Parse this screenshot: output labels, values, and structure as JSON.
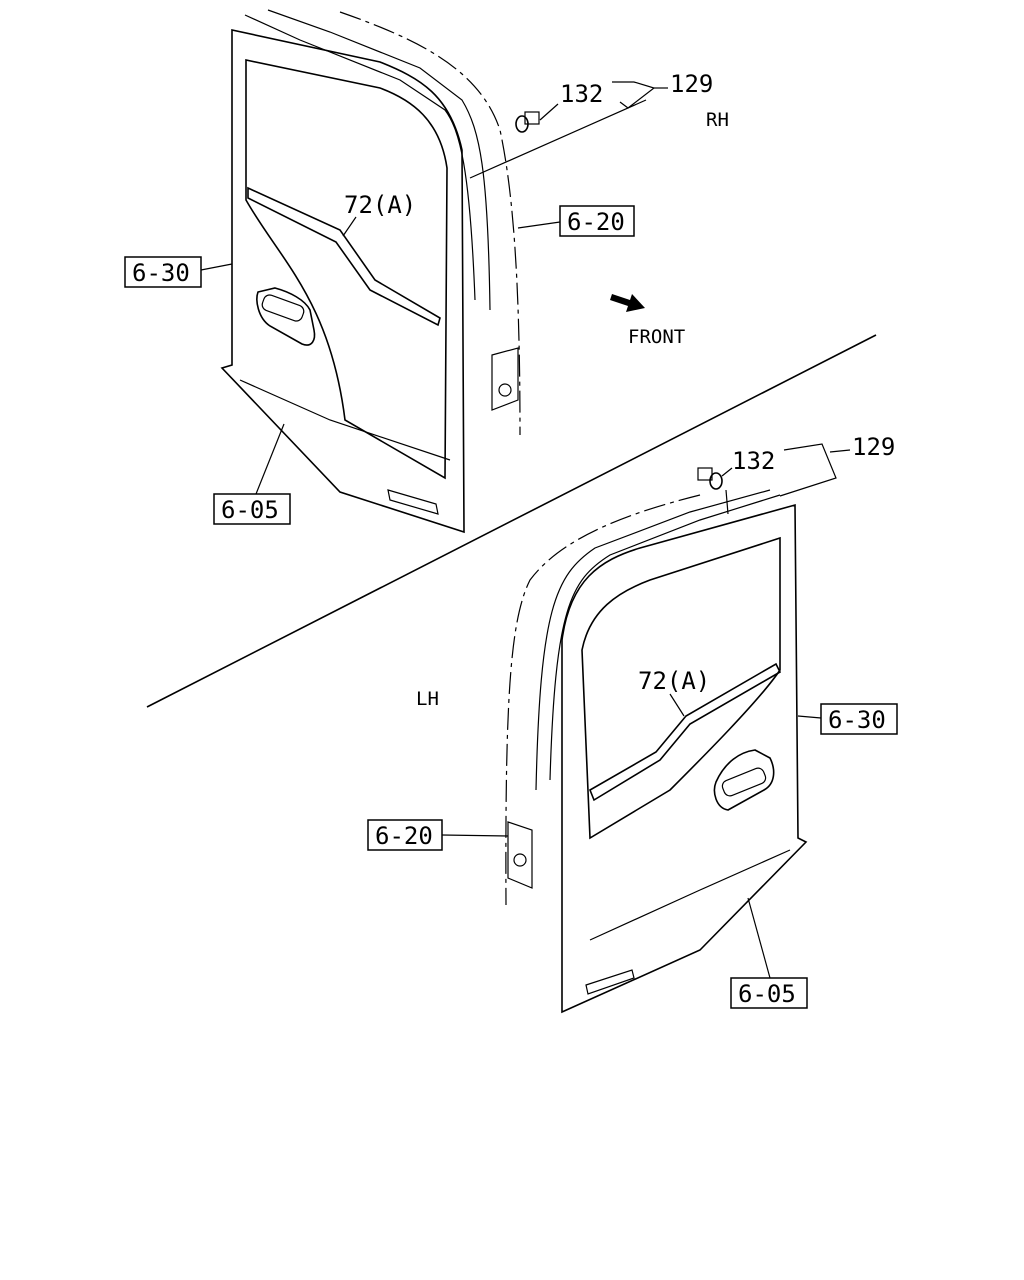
{
  "diagram": {
    "rh_side_label": "RH",
    "lh_side_label": "LH",
    "front_label": "FRONT",
    "callouts": {
      "rh": {
        "part_132": "132",
        "part_129": "129",
        "part_72a": "72(A)",
        "ref_6_20": "6-20",
        "ref_6_30": "6-30",
        "ref_6_05": "6-05"
      },
      "lh": {
        "part_132": "132",
        "part_129": "129",
        "part_72a": "72(A)",
        "ref_6_20": "6-20",
        "ref_6_30": "6-30",
        "ref_6_05": "6-05"
      }
    }
  }
}
